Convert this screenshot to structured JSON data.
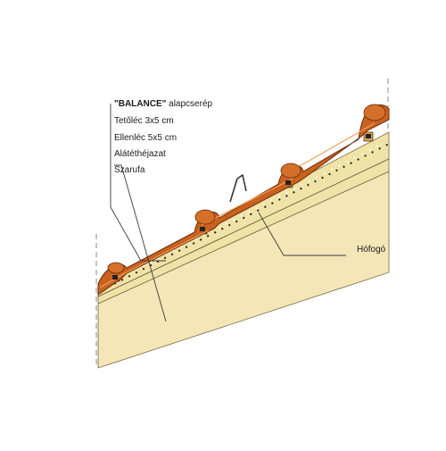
{
  "labels": {
    "product_name": "\"BALANCE\"",
    "product_suffix": " alapcserép",
    "batten": "Tetőléc 3x5 cm",
    "counter_batten": "Ellenléc 5x5 cm",
    "underlay": "Alátéthéjazat",
    "rafter": "Szarufa",
    "snow_guard": "Hófogó"
  },
  "colors": {
    "tile": "#c9621e",
    "tile_dark": "#8a3a10",
    "rafter": "#f5e6b8",
    "underlay": "#efe3a7",
    "batten": "#d9a05a",
    "leader": "#3a3a3a",
    "dash": "#8a8a8a"
  },
  "icons": {
    "snow_guard_hook": "snow-guard-hook-icon"
  }
}
